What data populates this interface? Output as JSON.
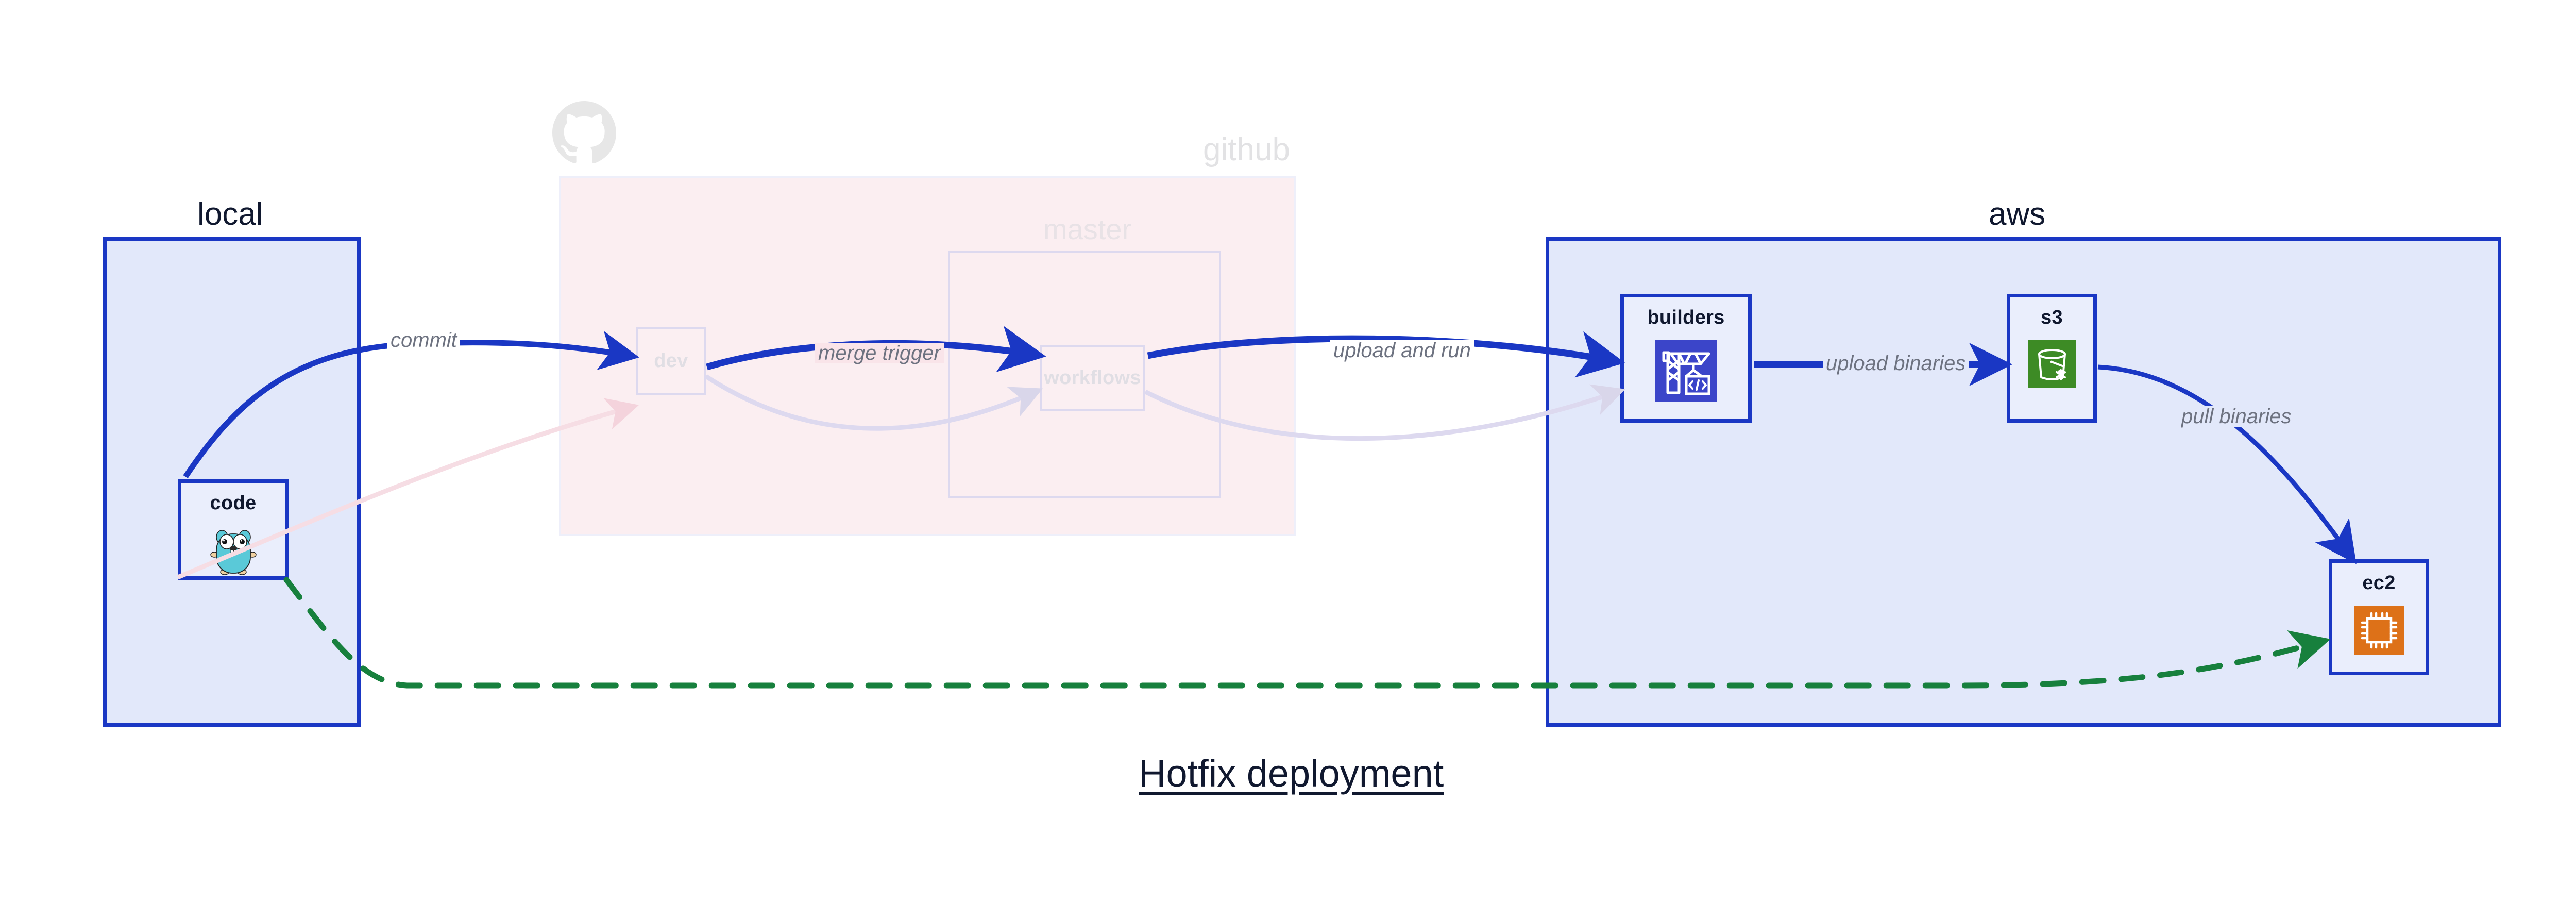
{
  "title": "Hotfix deployment",
  "groups": [
    {
      "id": "local",
      "label": "local",
      "style": "solid"
    },
    {
      "id": "github",
      "label": "github",
      "style": "faded",
      "sub": {
        "id": "master",
        "label": "master"
      }
    },
    {
      "id": "aws",
      "label": "aws",
      "style": "solid"
    }
  ],
  "nodes": [
    {
      "id": "code",
      "label": "code",
      "group": "local",
      "icon": "go-gopher-icon",
      "state": "active"
    },
    {
      "id": "dev",
      "label": "dev",
      "group": "github",
      "icon": "none",
      "state": "faded"
    },
    {
      "id": "workflows",
      "label": "workflows",
      "group": "master",
      "icon": "none",
      "state": "faded"
    },
    {
      "id": "builders",
      "label": "builders",
      "group": "aws",
      "icon": "crane-code-icon",
      "state": "active"
    },
    {
      "id": "s3",
      "label": "s3",
      "group": "aws",
      "icon": "s3-bucket-icon",
      "state": "active"
    },
    {
      "id": "ec2",
      "label": "ec2",
      "group": "aws",
      "icon": "cpu-chip-icon",
      "state": "active"
    }
  ],
  "edges": [
    {
      "id": "commit",
      "label": "commit",
      "from": "code",
      "to": "dev",
      "style": "solid-blue"
    },
    {
      "id": "merge-trigger",
      "label": "merge trigger",
      "from": "dev",
      "to": "workflows",
      "style": "solid-blue"
    },
    {
      "id": "upload-and-run",
      "label": "upload and run",
      "from": "workflows",
      "to": "builders",
      "style": "solid-blue"
    },
    {
      "id": "upload-binaries",
      "label": "upload binaries",
      "from": "builders",
      "to": "s3",
      "style": "solid-blue"
    },
    {
      "id": "pull-binaries",
      "label": "pull binaries",
      "from": "s3",
      "to": "ec2",
      "style": "solid-blue"
    },
    {
      "id": "hotfix-path",
      "label": "",
      "from": "code",
      "to": "ec2",
      "style": "dashed-green"
    }
  ],
  "colors": {
    "accent_blue": "#1a37c4",
    "group_blue_fill": "#e2e8fa",
    "node_fill": "#eaeefc",
    "github_pink_fill": "#f9e4e9",
    "hotfix_green": "#17803d",
    "label_gray": "#6d7280",
    "text_dark": "#10182f",
    "builders_icon_bg": "#3b45c9",
    "s3_icon_bg": "#3d8b25",
    "ec2_icon_bg": "#dd7118"
  }
}
